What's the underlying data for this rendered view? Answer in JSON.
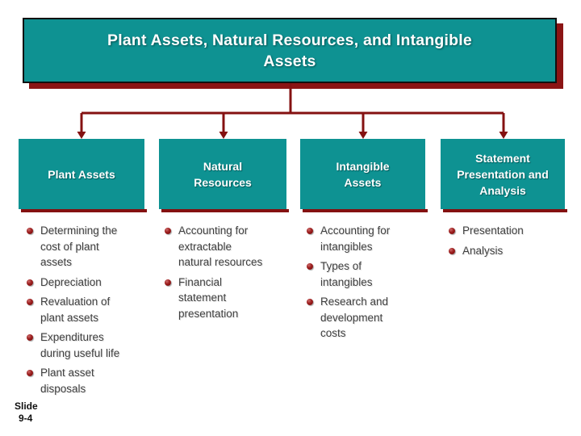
{
  "title": "Plant Assets, Natural Resources, and Intangible\nAssets",
  "columns": [
    {
      "header": "Plant Assets",
      "bullets": [
        "Determining the\ncost of plant\nassets",
        "Depreciation",
        "Revaluation of\nplant assets",
        "Expenditures\nduring useful life",
        "Plant asset\ndisposals"
      ]
    },
    {
      "header": "Natural\nResources",
      "bullets": [
        "Accounting for\nextractable\nnatural resources",
        "Financial\nstatement\npresentation"
      ]
    },
    {
      "header": "Intangible\nAssets",
      "bullets": [
        "Accounting for\nintangibles",
        "Types of\nintangibles",
        "Research and\ndevelopment\ncosts"
      ]
    },
    {
      "header": "Statement\nPresentation and\nAnalysis",
      "bullets": [
        "Presentation",
        "Analysis"
      ]
    }
  ],
  "slide_label": {
    "line1": "Slide",
    "line2": "9-4"
  },
  "colors": {
    "box_teal": "#0E9292",
    "line_maroon": "#841111",
    "title_shadow_maroon": "#8B1414",
    "body_text_gray": "#3F3F3F",
    "header_text": "#FFFFFF"
  }
}
